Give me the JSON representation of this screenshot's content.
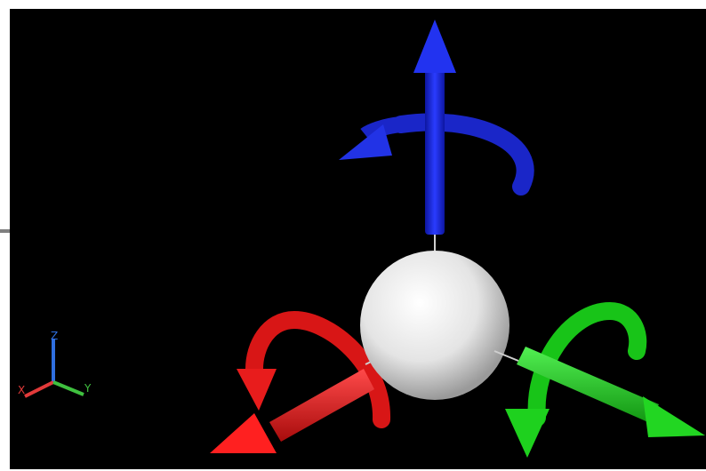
{
  "viewport": {
    "background": "#000000"
  },
  "ucs_icon": {
    "z_label": "Z",
    "x_label": "X",
    "y_label": "Y",
    "z_color": "#2f6fe0",
    "x_color": "#e23a3a",
    "y_color": "#3fc03f"
  },
  "gizmo": {
    "center_sphere_color": "#e8e8e8",
    "z_axis": {
      "name": "z-axis-move-arrow",
      "color": "#1f2fd8",
      "rotate_color": "#1f2fd8"
    },
    "x_axis": {
      "name": "x-axis-move-arrow",
      "color": "#e81c1c",
      "rotate_color": "#e81c1c"
    },
    "y_axis": {
      "name": "y-axis-move-arrow",
      "color": "#1ed11e",
      "rotate_color": "#1ed11e"
    }
  }
}
